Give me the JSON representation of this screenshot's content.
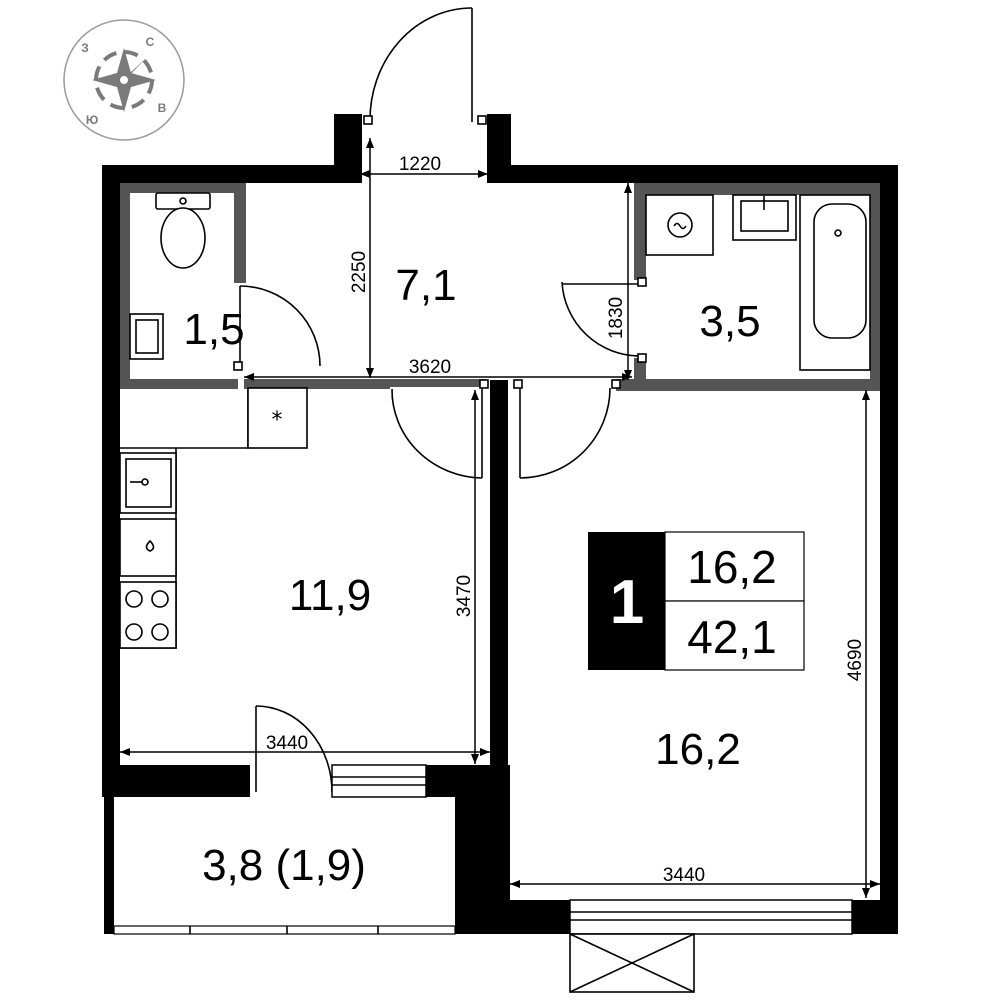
{
  "compass": {
    "labels": {
      "north": "С",
      "west": "З",
      "east": "В",
      "south": "Ю"
    },
    "color": "#7a7a7a"
  },
  "rooms": {
    "bathroom_small": "1,5",
    "hall": "7,1",
    "bathroom": "3,5",
    "kitchen": "11,9",
    "living": "16,2",
    "balcony": "3,8 (1,9)"
  },
  "dimensions": {
    "entry_width": "1220",
    "hall_height": "2250",
    "hall_width": "3620",
    "bath_door": "1830",
    "kitchen_height": "3470",
    "kitchen_width": "3440",
    "living_height": "4690",
    "living_width": "3440"
  },
  "badge": {
    "rooms": "1",
    "living_area": "16,2",
    "total_area": "42,1"
  },
  "colors": {
    "wall": "#000000",
    "wet_wall": "#555557",
    "compass": "#7a7a7a"
  },
  "icons": [
    "compass-icon",
    "fridge-icon",
    "sink-icon",
    "stove-icon",
    "toilet-icon",
    "bathtub-icon",
    "washing-machine-icon"
  ]
}
